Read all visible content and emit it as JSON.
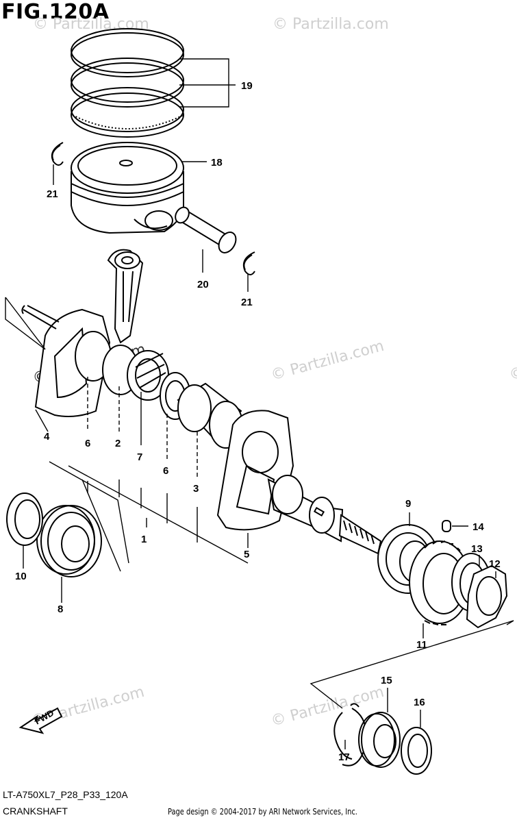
{
  "figure": {
    "title": "FIG.120A"
  },
  "footer": {
    "diagram_code": "LT-A750XL7_P28_P33_120A",
    "diagram_name": "CRANKSHAFT",
    "page_design": "Page design © 2004-2017 by ARI Network Services, Inc."
  },
  "watermark": "© Partzilla.com",
  "fwd_label": "FWD",
  "callouts": {
    "c1": "1",
    "c2": "2",
    "c3": "3",
    "c4": "4",
    "c5": "5",
    "c6a": "6",
    "c6b": "6",
    "c7": "7",
    "c8": "8",
    "c9": "9",
    "c10": "10",
    "c11": "11",
    "c12": "12",
    "c13": "13",
    "c14": "14",
    "c15": "15",
    "c16": "16",
    "c17": "17",
    "c18": "18",
    "c19": "19",
    "c20": "20",
    "c21a": "21",
    "c21b": "21"
  },
  "colors": {
    "line": "#000000",
    "watermark": "#cfcfcf",
    "background": "#ffffff"
  }
}
